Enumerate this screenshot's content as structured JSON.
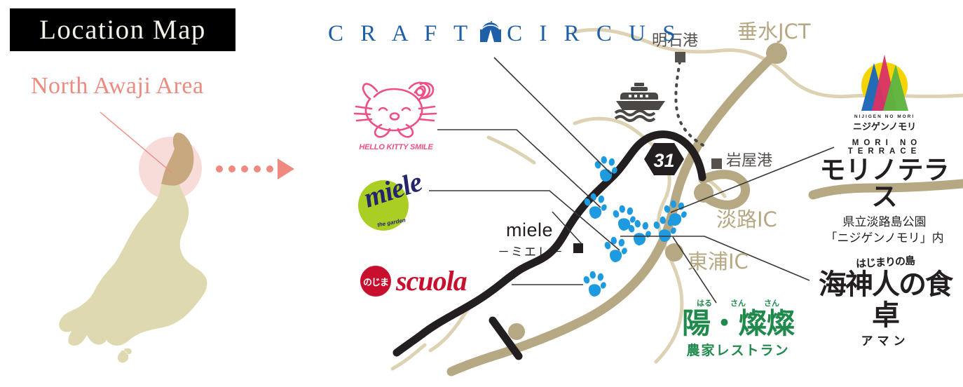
{
  "header": {
    "title": "Location Map",
    "area_label": "North Awaji Area"
  },
  "legend_logos": [
    {
      "id": "craft-circus",
      "name": "CRAFT CIRCUS",
      "word_left": "C R A F T",
      "word_right": "C I R C U S",
      "icon": "circus-tent-icon",
      "color": "#1f5fa8"
    },
    {
      "id": "hello-kitty-smile",
      "name": "HELLO KITTY SMILE",
      "caption": "HELLO KITTY SMILE",
      "icon": "hello-kitty-face-icon",
      "color": "#ef4e86"
    },
    {
      "id": "miele-the-garden",
      "name": "miele the garden",
      "word": "miele",
      "sub": "the garden",
      "color": "#aace24",
      "text_color": "#24256b"
    },
    {
      "id": "nojima-scuola",
      "name": "のじま scuola",
      "seal": "のじま",
      "word": "scuola",
      "color": "#c8102e"
    },
    {
      "id": "mori-no-terrace",
      "name": "モリノテラス",
      "badge_eng": "NIJIGEN NO MORI",
      "badge_kana": "ニジゲンノモリ",
      "title_eng": "MORI NO TERRACE",
      "title_kana": "モリノテラス",
      "note_line1": "県立淡路島公園",
      "note_line2": "「ニジゲンノモリ」内",
      "icon": "rainbow-triangles-icon"
    },
    {
      "id": "aman",
      "name": "はじまりの島 海神人の食卓 アマン",
      "small": "はじまりの島",
      "main": "海神人の食卓",
      "kana": "アマン",
      "color": "#231f20"
    },
    {
      "id": "haru-sansan",
      "name": "陽・燦燦 農家レストラン",
      "ruby": [
        "はる",
        "さん",
        "さん"
      ],
      "main": "陽・燦燦",
      "sub": "農家レストラン",
      "color": "#1f8a4c"
    }
  ],
  "map": {
    "labels": {
      "akashi_port": "明石港",
      "tarumi_jct": "垂水JCT",
      "iwaya_port": "岩屋港",
      "awaji_ic": "淡路IC",
      "higashiura_ic": "東浦IC",
      "miele_en": "miele",
      "miele_jp": "－ミエレ－"
    },
    "route_shield": "31",
    "icons": {
      "ferry": "ferry-boat-icon",
      "port_marker": "square-marker-icon",
      "paw": "paw-print-icon"
    },
    "colors": {
      "expressway": "#b5a882",
      "national_road": "#231f20",
      "coastline": "#ddd3b4",
      "paw": "#1e9be0",
      "island": "#ded9b0",
      "highlight_area": "#c7a87f",
      "highlight_circle": "#f8dcd9",
      "accent": "#ef8a80"
    },
    "paw_count": 8
  }
}
